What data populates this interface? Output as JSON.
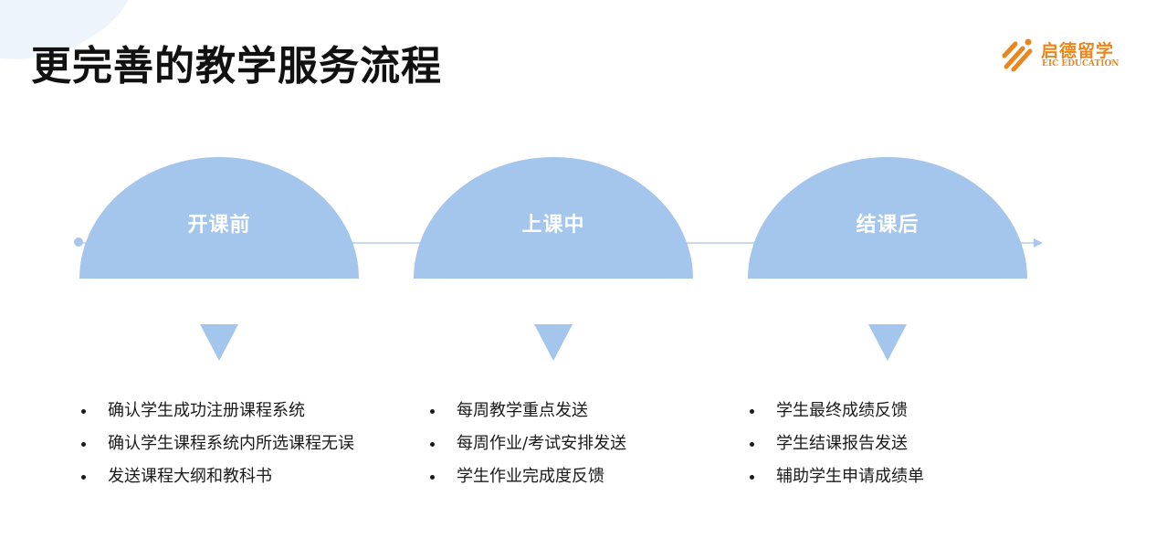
{
  "title": "更完善的教学服务流程",
  "logo": {
    "name_cn": "启德留学",
    "name_en": "EIC EDUCATION",
    "icon": "eic-logo-icon",
    "color": "#e8871e"
  },
  "colors": {
    "dome": "#a4c6ec",
    "timeline": "#c7daf1"
  },
  "stages": [
    {
      "label": "开课前",
      "items": [
        "确认学生成功注册课程系统",
        "确认学生课程系统内所选课程无误",
        "发送课程大纲和教科书"
      ]
    },
    {
      "label": "上课中",
      "items": [
        "每周教学重点发送",
        "每周作业/考试安排发送",
        "学生作业完成度反馈"
      ]
    },
    {
      "label": "结课后",
      "items": [
        "学生最终成绩反馈",
        "学生结课报告发送",
        "辅助学生申请成绩单"
      ]
    }
  ]
}
